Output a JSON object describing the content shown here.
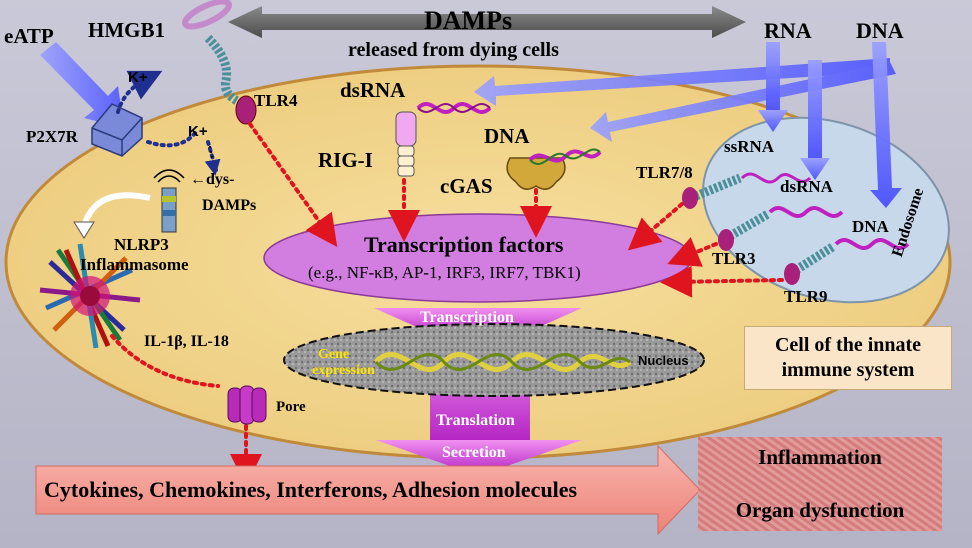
{
  "header": {
    "damps": "DAMPs",
    "released": "released from dying cells",
    "rna": "RNA",
    "dna": "DNA",
    "eatp": "eATP",
    "hmgb1": "HMGB1"
  },
  "receptors": {
    "k_plus_1": "K+",
    "k_plus_2": "K+",
    "p2x7r": "P2X7R",
    "tlr4": "TLR4",
    "dsrna": "dsRNA",
    "rig_i": "RIG-I",
    "dna_cyto": "DNA",
    "cgas": "cGAS",
    "dys_damps_1": "←dys-",
    "dys_damps_2": "DAMPs",
    "nlrp3": "NLRP3",
    "inflammasome": "Inflammasome",
    "tlr78": "TLR7/8",
    "tlr3": "TLR3",
    "tlr9": "TLR9"
  },
  "endosome": {
    "ssrna": "ssRNA",
    "dsrna": "dsRNA",
    "dna": "DNA",
    "label": "Endosome"
  },
  "transcription_factors": {
    "title": "Transcription factors",
    "examples": "(e.g., NF-κB, AP-1, IRF3, IRF7, TBK1)"
  },
  "flow": {
    "transcription": "Transcription",
    "translation": "Translation",
    "secretion": "Secretion"
  },
  "nucleus": {
    "gene_1": "Gene",
    "gene_2": "expression",
    "label": "Nucleus"
  },
  "cytokines": {
    "il": "IL-1β, IL-18",
    "pore": "Pore"
  },
  "cell": {
    "line1": "Cell of the innate",
    "line2": "immune system"
  },
  "output": {
    "arrow_text": "Cytokines, Chemokines, Interferons, Adhesion molecules",
    "inflammation": "Inflammation",
    "organ": "Organ dysfunction"
  },
  "colors": {
    "cell_fill": "#f2d58e",
    "cell_border": "#c08a3a",
    "endosome": "#c7d8ea",
    "tf_ellipse": "#d27ee0",
    "output_arrow": "#f29a92",
    "dotted_red": "#e0141e",
    "dotted_blue": "#1f2f8f",
    "purple_arrow": "#7070ff"
  }
}
